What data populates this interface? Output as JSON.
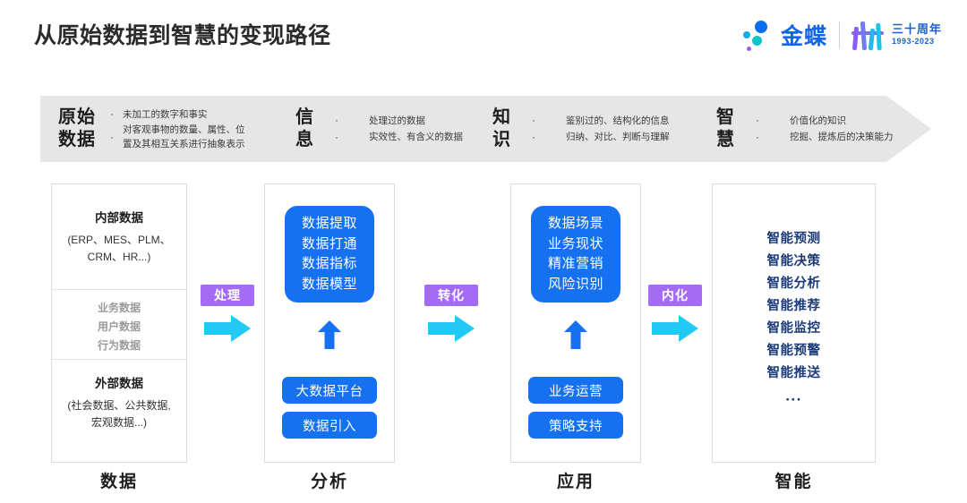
{
  "header": {
    "title": "从原始数据到智慧的变现路径",
    "logo": {
      "name": "金蝶",
      "anniversary_cn": "三十周年",
      "anniversary_years": "1993-2023"
    }
  },
  "band": {
    "segments": [
      {
        "title": "原始\n数据",
        "bullets": [
          "未加工的数字和事实",
          "对客观事物的数量、属性、位\n置及其相互关系进行抽象表示"
        ]
      },
      {
        "title": "信\n息",
        "bullets": [
          "处理过的数据",
          "实效性、有含义的数据"
        ]
      },
      {
        "title": "知\n识",
        "bullets": [
          "鉴别过的、结构化的信息",
          "归纳、对比、判断与理解"
        ]
      },
      {
        "title": "智\n慧",
        "bullets": [
          "价值化的知识",
          "挖掘、提炼后的决策能力"
        ]
      }
    ],
    "bullet_glyph": "·"
  },
  "columns": {
    "data": {
      "footer_label": "数据",
      "internal_head": "内部数据",
      "internal_sub": "(ERP、MES、PLM、\nCRM、HR...)",
      "middle_items": [
        "业务数据",
        "用户数据",
        "行为数据"
      ],
      "external_head": "外部数据",
      "external_sub": "(社会数据、公共数据,\n宏观数据...)"
    },
    "analysis": {
      "footer_label": "分析",
      "box_lines": [
        "数据提取",
        "数据打通",
        "数据指标",
        "数据模型"
      ],
      "pills": [
        "大数据平台",
        "数据引入"
      ]
    },
    "application": {
      "footer_label": "应用",
      "box_lines": [
        "数据场景",
        "业务现状",
        "精准营销",
        "风险识别"
      ],
      "pills": [
        "业务运营",
        "策略支持"
      ]
    },
    "intelligence": {
      "footer_label": "智能",
      "items": [
        "智能预测",
        "智能决策",
        "智能分析",
        "智能推荐",
        "智能监控",
        "智能预警",
        "智能推送"
      ],
      "ellipsis": "···"
    }
  },
  "connectors": [
    {
      "label": "处理"
    },
    {
      "label": "转化"
    },
    {
      "label": "内化"
    }
  ],
  "colors": {
    "blue": "#1571f0",
    "purple": "#a46bf5",
    "cyan": "#22c9f5",
    "navy": "#1b3a78",
    "band_gray": "#e6e6e6"
  }
}
